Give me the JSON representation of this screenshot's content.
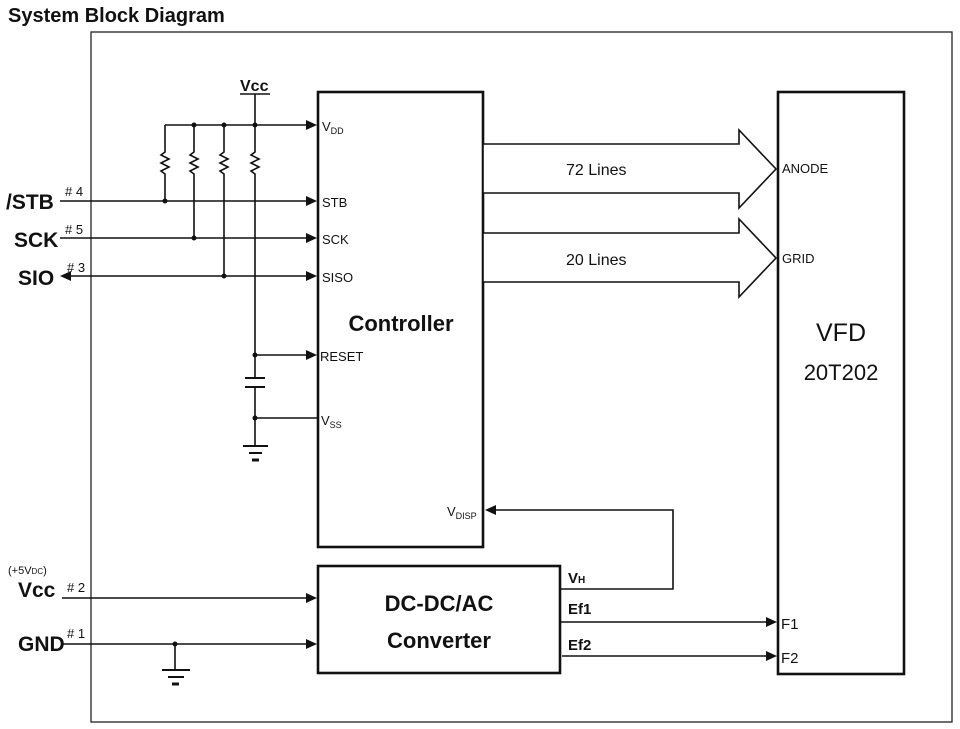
{
  "title": "System Block Diagram",
  "supply": {
    "vcc_top_label": "Vcc",
    "vcc_note": "(+5V",
    "vcc_note_sub": "DC",
    "vcc_note_close": ")"
  },
  "inputs": [
    {
      "name": "/STB",
      "pin": "# 4",
      "target": "STB",
      "direction": "in"
    },
    {
      "name": "SCK",
      "pin": "# 5",
      "target": "SCK",
      "direction": "in"
    },
    {
      "name": "SIO",
      "pin": "# 3",
      "target": "SISO",
      "direction": "bidirectional"
    },
    {
      "name": "Vcc",
      "pin": "# 2",
      "target": "DC-DC/AC Converter",
      "direction": "in"
    },
    {
      "name": "GND",
      "pin": "# 1",
      "target": "DC-DC/AC Converter",
      "direction": "in"
    }
  ],
  "controller": {
    "label": "Controller",
    "pins": {
      "vdd": "V",
      "vdd_sub": "DD",
      "stb": "STB",
      "sck": "SCK",
      "siso": "SISO",
      "reset": "RESET",
      "vss": "V",
      "vss_sub": "SS",
      "vdisp": "V",
      "vdisp_sub": "DISP"
    }
  },
  "buses": [
    {
      "label": "72  Lines",
      "target": "ANODE"
    },
    {
      "label": "20  Lines",
      "target": "GRID"
    }
  ],
  "converter": {
    "line1": "DC-DC/AC",
    "line2": "Converter",
    "outputs": {
      "vh": "V",
      "vh_sub": "H",
      "ef1": "Ef1",
      "ef2": "Ef2"
    }
  },
  "vfd": {
    "line1": "VFD",
    "line2": "20T202",
    "pins": {
      "anode": "ANODE",
      "grid": "GRID",
      "f1": "F1",
      "f2": "F2"
    }
  }
}
